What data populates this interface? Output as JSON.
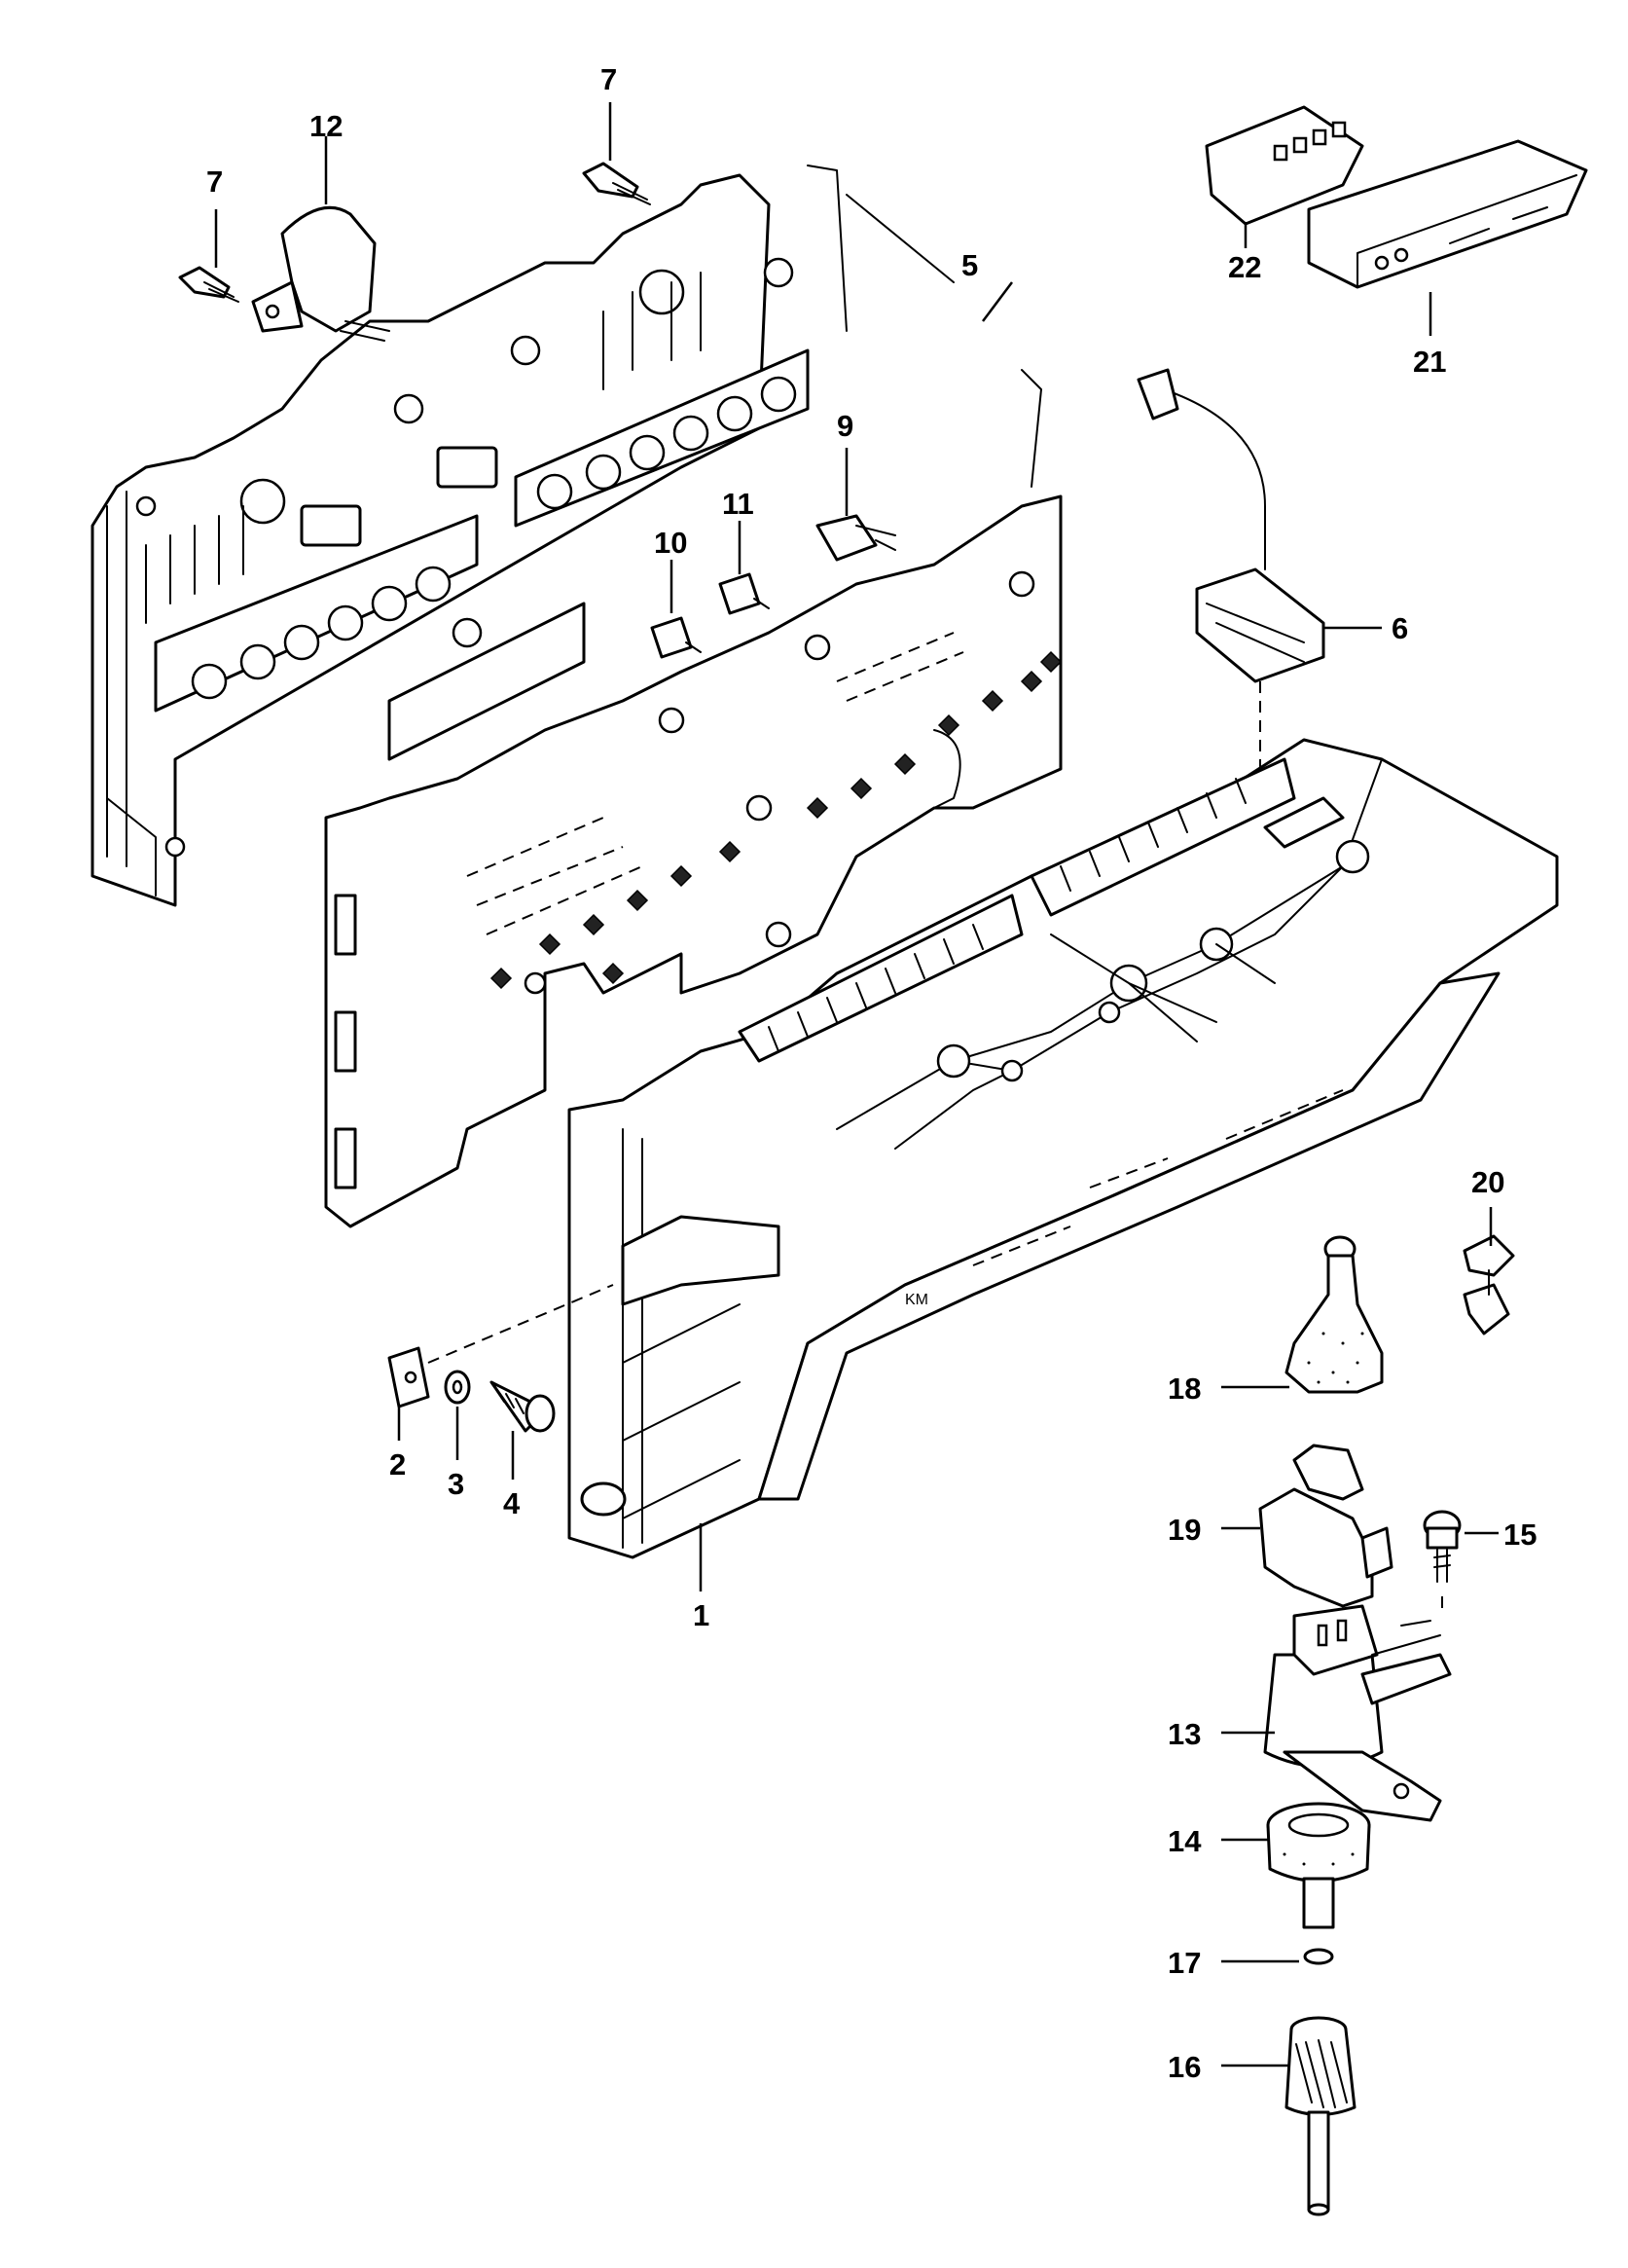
{
  "diagram": {
    "callouts": [
      {
        "id": "c1",
        "label": "1"
      },
      {
        "id": "c2",
        "label": "2"
      },
      {
        "id": "c3",
        "label": "3"
      },
      {
        "id": "c4",
        "label": "4"
      },
      {
        "id": "c5",
        "label": "5"
      },
      {
        "id": "c6",
        "label": "6"
      },
      {
        "id": "c7a",
        "label": "7"
      },
      {
        "id": "c7b",
        "label": "7"
      },
      {
        "id": "c9",
        "label": "9"
      },
      {
        "id": "c10",
        "label": "10"
      },
      {
        "id": "c11",
        "label": "11"
      },
      {
        "id": "c12",
        "label": "12"
      },
      {
        "id": "c13",
        "label": "13"
      },
      {
        "id": "c14",
        "label": "14"
      },
      {
        "id": "c15",
        "label": "15"
      },
      {
        "id": "c16",
        "label": "16"
      },
      {
        "id": "c17",
        "label": "17"
      },
      {
        "id": "c18",
        "label": "18"
      },
      {
        "id": "c19",
        "label": "19"
      },
      {
        "id": "c20",
        "label": "20"
      },
      {
        "id": "c21",
        "label": "21"
      },
      {
        "id": "c22",
        "label": "22"
      }
    ],
    "housing_marking": "KM"
  }
}
